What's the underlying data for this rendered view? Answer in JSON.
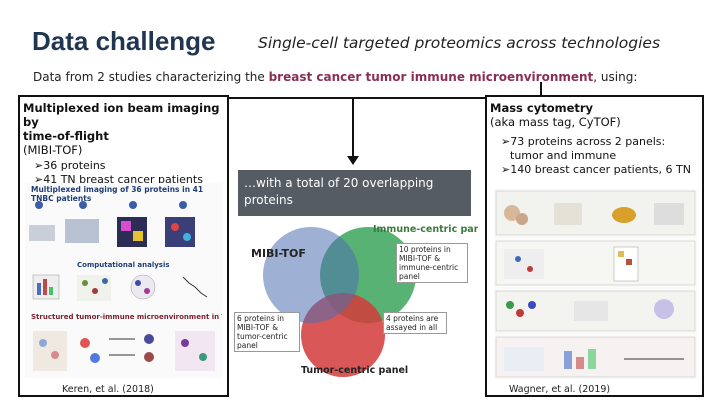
{
  "title": "Data challenge",
  "subtitle": "Single-cell targeted proteomics across technologies",
  "intro": {
    "prefix": "Data from 2 studies characterizing the ",
    "highlight": "breast cancer tumor immune microenvironment",
    "suffix": ", using:"
  },
  "left_panel": {
    "title_line1": "Multiplexed ion beam imaging by",
    "title_line2": "time-of-flight",
    "subtitle": "(MIBI-TOF)",
    "bullets": [
      "➢36 proteins",
      "➢41 TN breast cancer patients"
    ],
    "figure_title": "Multiplexed imaging of 36 proteins in 41 TNBC patients",
    "figure_mid_title": "Computational analysis",
    "figure_bottom_title": "Structured tumor-immune microenvironment in TNBC",
    "citation": "Keren, et al. (2018)"
  },
  "right_panel": {
    "title": "Mass cytometry",
    "subtitle": "(aka mass tag, CyTOF)",
    "bullets": [
      "➢73 proteins across 2 panels:",
      "tumor and immune",
      "➢140 breast cancer patients, 6 TN"
    ],
    "citation": "Wagner, et al. (2019)"
  },
  "center": {
    "overlap_text": "…with a total of 20 overlapping proteins",
    "venn": {
      "mibi_label": "MIBI-TOF",
      "immune_label": "Immune-centric panel",
      "tumor_label": "Tumor-centric panel",
      "note_immune": "10 proteins in MIBI-TOF & immune-centric panel",
      "note_tumor": "6 proteins in MIBI-TOF & tumor-centric panel",
      "note_all": "4 proteins are assayed in all"
    }
  },
  "colors": {
    "title": "#1f3550",
    "highlight": "#8a2f54",
    "overlap_box": "#555c63",
    "venn_green": "#3aa55b",
    "venn_red": "#d23a3a",
    "venn_blue": "#4f6fb0"
  }
}
